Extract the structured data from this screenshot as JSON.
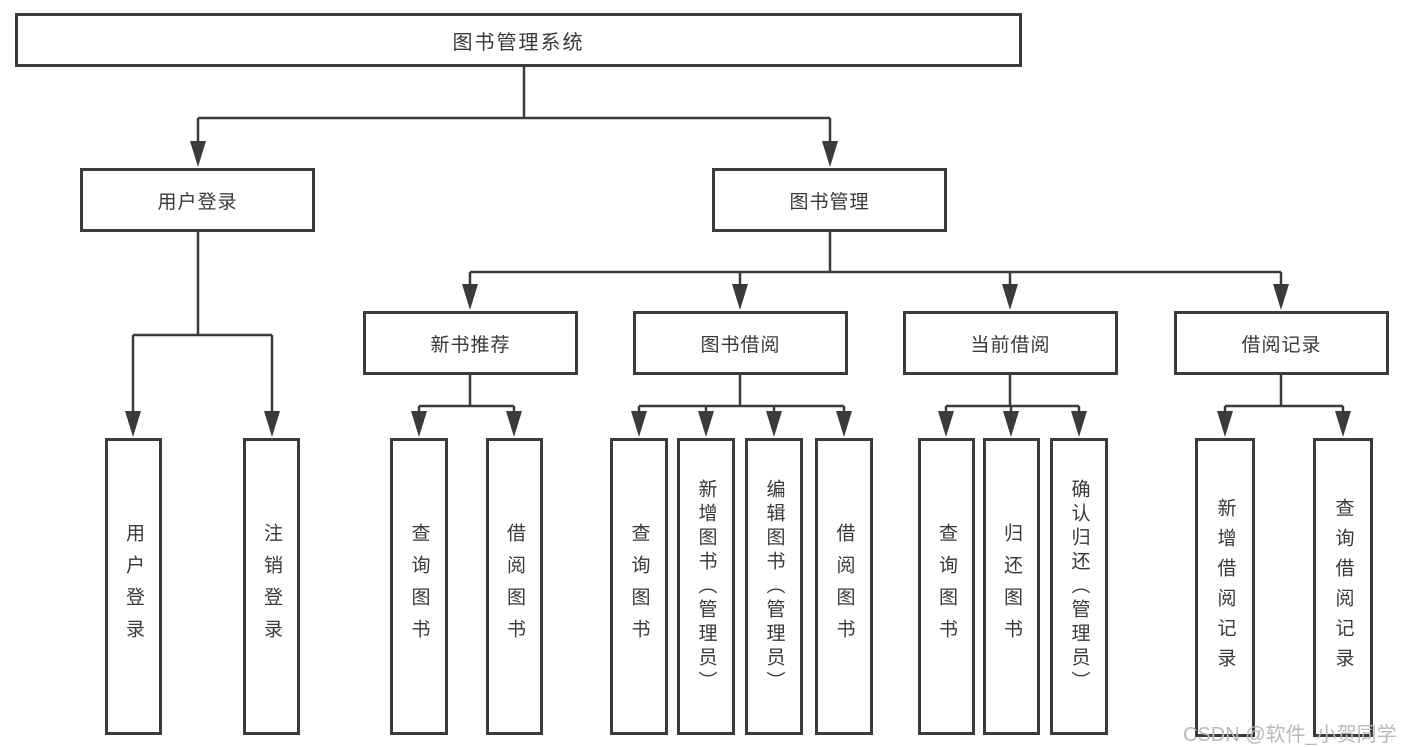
{
  "tree": {
    "root": "图书管理系统",
    "user_login": {
      "label": "用户登录",
      "children": [
        "用户登录",
        "注销登录"
      ]
    },
    "book_management": {
      "label": "图书管理",
      "sections": [
        {
          "label": "新书推荐",
          "children": [
            "查询图书",
            "借阅图书"
          ]
        },
        {
          "label": "图书借阅",
          "children": [
            "查询图书",
            "新增图书（管理员）",
            "编辑图书（管理员）",
            "借阅图书"
          ]
        },
        {
          "label": "当前借阅",
          "children": [
            "查询图书",
            "归还图书",
            "确认归还（管理员）"
          ]
        },
        {
          "label": "借阅记录",
          "children": [
            "新增借阅记录",
            "查询借阅记录"
          ]
        }
      ]
    }
  },
  "watermark": "CSDN @软件_小贺同学",
  "colors": {
    "line": "#3b3b3d",
    "text": "#39393b",
    "box_background": "#ffffff",
    "page_background": "#ffffff",
    "watermark_text": "#b7babd"
  }
}
